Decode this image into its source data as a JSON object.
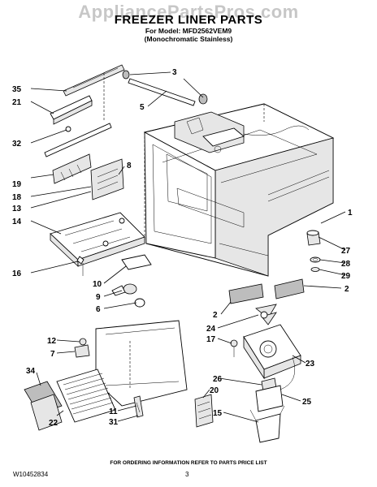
{
  "watermark": "AppliancePartsPros.com",
  "title": "FREEZER LINER PARTS",
  "model_line": "For Model: MFD2562VEM9",
  "finish_line": "(Monochromatic Stainless)",
  "footer_note": "FOR ORDERING INFORMATION REFER TO PARTS PRICE LIST",
  "doc_number": "W10452834",
  "page_number": "3",
  "callouts": [
    {
      "id": "c35",
      "label": "35"
    },
    {
      "id": "c21",
      "label": "21"
    },
    {
      "id": "c32",
      "label": "32"
    },
    {
      "id": "c19",
      "label": "19"
    },
    {
      "id": "c18",
      "label": "18"
    },
    {
      "id": "c13",
      "label": "13"
    },
    {
      "id": "c14",
      "label": "14"
    },
    {
      "id": "c16",
      "label": "16"
    },
    {
      "id": "c10",
      "label": "10"
    },
    {
      "id": "c9",
      "label": "9"
    },
    {
      "id": "c6",
      "label": "6"
    },
    {
      "id": "c12",
      "label": "12"
    },
    {
      "id": "c7",
      "label": "7"
    },
    {
      "id": "c34",
      "label": "34"
    },
    {
      "id": "c22",
      "label": "22"
    },
    {
      "id": "c3",
      "label": "3"
    },
    {
      "id": "c5",
      "label": "5"
    },
    {
      "id": "c8",
      "label": "8"
    },
    {
      "id": "c1",
      "label": "1"
    },
    {
      "id": "c27",
      "label": "27"
    },
    {
      "id": "c28",
      "label": "28"
    },
    {
      "id": "c29",
      "label": "29"
    },
    {
      "id": "c2a",
      "label": "2"
    },
    {
      "id": "c2b",
      "label": "2"
    },
    {
      "id": "c24",
      "label": "24"
    },
    {
      "id": "c17",
      "label": "17"
    },
    {
      "id": "c23",
      "label": "23"
    },
    {
      "id": "c26",
      "label": "26"
    },
    {
      "id": "c25",
      "label": "25"
    },
    {
      "id": "c15",
      "label": "15"
    },
    {
      "id": "c20",
      "label": "20"
    },
    {
      "id": "c11",
      "label": "11"
    },
    {
      "id": "c31",
      "label": "31"
    }
  ]
}
